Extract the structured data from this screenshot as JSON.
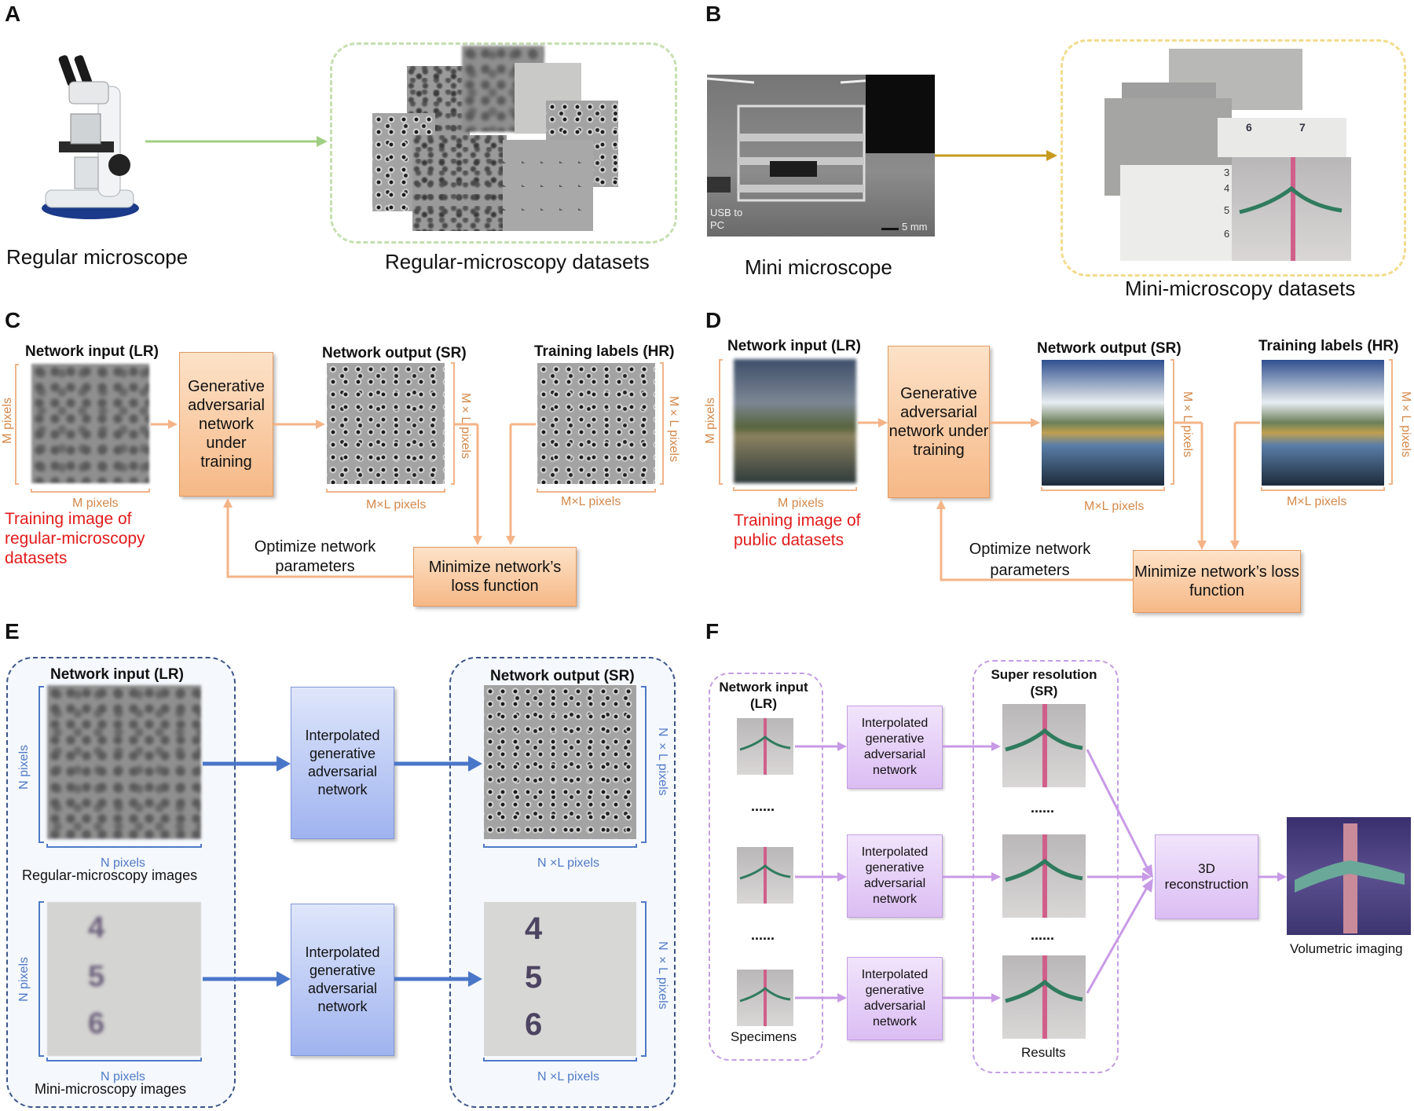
{
  "panels": {
    "A": {
      "letter": "A",
      "microscope_label": "Regular microscope",
      "datasets_label": "Regular-microscopy datasets"
    },
    "B": {
      "letter": "B",
      "photo_text_usb": "USB to PC",
      "photo_text_scale": "5 mm",
      "microscope_label": "Mini microscope",
      "datasets_label": "Mini-microscopy datasets",
      "chart_numbers": [
        "6",
        "7",
        "3",
        "4",
        "5",
        "6"
      ]
    },
    "C": {
      "letter": "C",
      "input_header": "Network input (LR)",
      "output_header": "Network output (SR)",
      "labels_header": "Training labels (HR)",
      "gan_box": "Generative adversarial network under training",
      "input_side": "M pixels",
      "input_bottom": "M pixels",
      "output_side": "M×L pixels",
      "output_bottom": "M×L pixels",
      "labels_side": "M×L pixels",
      "labels_bottom": "M×L pixels",
      "training_note": "Training image of regular-microscopy datasets",
      "optimize_text": "Optimize network parameters",
      "loss_box": "Minimize network’s loss function"
    },
    "D": {
      "letter": "D",
      "input_header": "Network input (LR)",
      "output_header": "Network output (SR)",
      "labels_header": "Training labels (HR)",
      "gan_box": "Generative adversarial network under training",
      "input_side": "M pixels",
      "input_bottom": "M pixels",
      "output_side": "M×L pixels",
      "output_bottom": "M×L pixels",
      "labels_side": "M×L pixels",
      "labels_bottom": "M×L pixels",
      "training_note": "Training image of public datasets",
      "optimize_text": "Optimize network parameters",
      "loss_box": "Minimize network’s loss function"
    },
    "E": {
      "letter": "E",
      "input_header": "Network input (LR)",
      "output_header": "Network output (SR)",
      "igan_box_top": "Interpolated generative adversarial network",
      "igan_box_bottom": "Interpolated generative adversarial network",
      "input_side_top": "N pixels",
      "input_bottom_top": "N pixels",
      "input_caption_top": "Regular-microscopy images",
      "input_side_bottom": "N pixels",
      "input_bottom_bottom": "N pixels",
      "input_caption_bottom": "Mini-microscopy images",
      "output_side_top": "N ×L pixels",
      "output_bottom_top": "N ×L pixels",
      "output_side_bottom": "N ×L pixels",
      "output_bottom_bottom": "N ×L pixels",
      "chart_numbers": [
        "4",
        "5",
        "6"
      ]
    },
    "F": {
      "letter": "F",
      "input_header": "Network input (LR)",
      "sr_header": "Super resolution (SR)",
      "igan_1": "Interpolated generative adversarial network",
      "igan_2": "Interpolated generative adversarial network",
      "igan_3": "Interpolated generative adversarial network",
      "dots_1": "......",
      "dots_2": "......",
      "dots_3": "......",
      "dots_4": "......",
      "specimens_label": "Specimens",
      "results_label": "Results",
      "recon_box": "3D reconstruction",
      "volumetric_label": "Volumetric imaging"
    }
  },
  "colors": {
    "orange_arrow": "#f4b488",
    "green_arrow": "#9fcf82",
    "gold_arrow": "#c69a1e",
    "blue_arrow": "#4a76c9",
    "purple_arrow": "#c89ae6",
    "red_text": "#e21b1b"
  }
}
